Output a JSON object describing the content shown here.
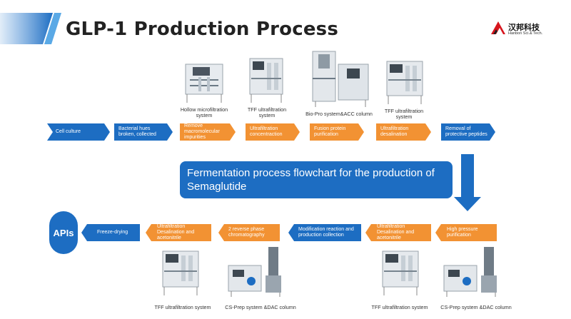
{
  "header": {
    "title": "GLP-1 Production Process",
    "logo_text": "汉邦科技",
    "logo_sub": "Hanbon Sci.& Tech."
  },
  "colors": {
    "blue": "#1d6dc2",
    "orange": "#f29233",
    "white": "#ffffff"
  },
  "top_row": [
    {
      "label": "Cell culture",
      "color": "blue"
    },
    {
      "label": "Bacterial hues\nbroken, collected",
      "color": "blue"
    },
    {
      "label": "Remove\nmacromolecular\nimpurities",
      "color": "orange"
    },
    {
      "label": "Ultrafiltration\nconcentraction",
      "color": "orange"
    },
    {
      "label": "Fusion protein\npurification",
      "color": "orange"
    },
    {
      "label": "Ultrafiltration\ndesalination",
      "color": "orange"
    },
    {
      "label": "Removal of\nprotective peptides",
      "color": "blue"
    }
  ],
  "top_equipment": [
    {
      "caption": "Hollow microfiltration\nsystem",
      "icon": "lab-equipment-icon"
    },
    {
      "caption": "TFF ultrafiltration\nsystem",
      "icon": "lab-equipment-icon"
    },
    {
      "caption": "Bio-Pro system&ACC column",
      "icon": "lab-equipment-icon"
    },
    {
      "caption": "TFF ultrafiltration\nsystem",
      "icon": "lab-equipment-icon"
    }
  ],
  "flowchart_title": "Fermentation process flowchart for the production of\nSemaglutide",
  "bottom_row": [
    {
      "label": "High pressure\npurification",
      "color": "orange"
    },
    {
      "label": "Ultrafiltration\nDesalination and\nacetonitrile",
      "color": "orange"
    },
    {
      "label": "Modification reaction and\nproduction collection",
      "color": "blue"
    },
    {
      "label": "2 reverse phase\nchromatography",
      "color": "orange"
    },
    {
      "label": "Ultrafiltration\nDesalination and\nacetonitrile",
      "color": "orange"
    },
    {
      "label": "Freeze-drying",
      "color": "blue"
    }
  ],
  "final_output": "APIs",
  "bottom_equipment": [
    {
      "caption": "TFF ultrafiltration system",
      "icon": "lab-equipment-icon"
    },
    {
      "caption": "CS-Prep system &DAC column",
      "icon": "lab-equipment-icon"
    },
    {
      "caption": "TFF ultrafiltration system",
      "icon": "lab-equipment-icon"
    },
    {
      "caption": "CS-Prep system &DAC column",
      "icon": "lab-equipment-icon"
    }
  ]
}
